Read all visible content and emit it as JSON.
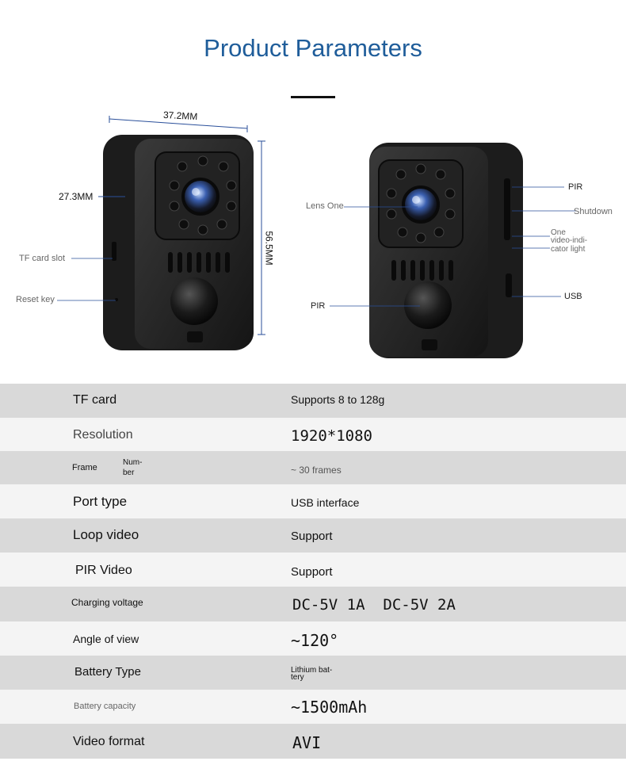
{
  "page": {
    "title": "Product Parameters"
  },
  "diagram": {
    "dims": {
      "width": "37.2MM",
      "depth": "27.3MM",
      "height": "56.5MM"
    },
    "left_labels": {
      "tf_card_slot": "TF card slot",
      "reset_key": "Reset key"
    },
    "right_labels": {
      "lens": "Lens One",
      "pir_top": "PIR",
      "shutdown": "Shutdown",
      "indicator_line1": "One",
      "indicator_line2": "video-indi-",
      "indicator_line3": "cator light",
      "usb": "USB",
      "pir_bottom": "PIR"
    }
  },
  "specs": [
    {
      "label": "TF card",
      "value": "Supports 8 to 128g"
    },
    {
      "label": "Resolution",
      "value": "1920*1080"
    },
    {
      "label": "Frame",
      "label2a": "Num-",
      "label2b": "ber",
      "value": "~ 30 frames"
    },
    {
      "label": "Port type",
      "value": "USB interface"
    },
    {
      "label": "Loop video",
      "value": "Support"
    },
    {
      "label": "PIR Video",
      "value": "Support"
    },
    {
      "label": "Charging voltage",
      "value": "DC-5V 1A  DC-5V 2A"
    },
    {
      "label": "Angle of view",
      "value": "~120°"
    },
    {
      "label": "Battery Type",
      "value_line1": "Lithium bat-",
      "value_line2": "tery"
    },
    {
      "label": "Battery capacity",
      "value": "~1500mAh"
    },
    {
      "label": "Video format",
      "value": "AVI"
    }
  ]
}
